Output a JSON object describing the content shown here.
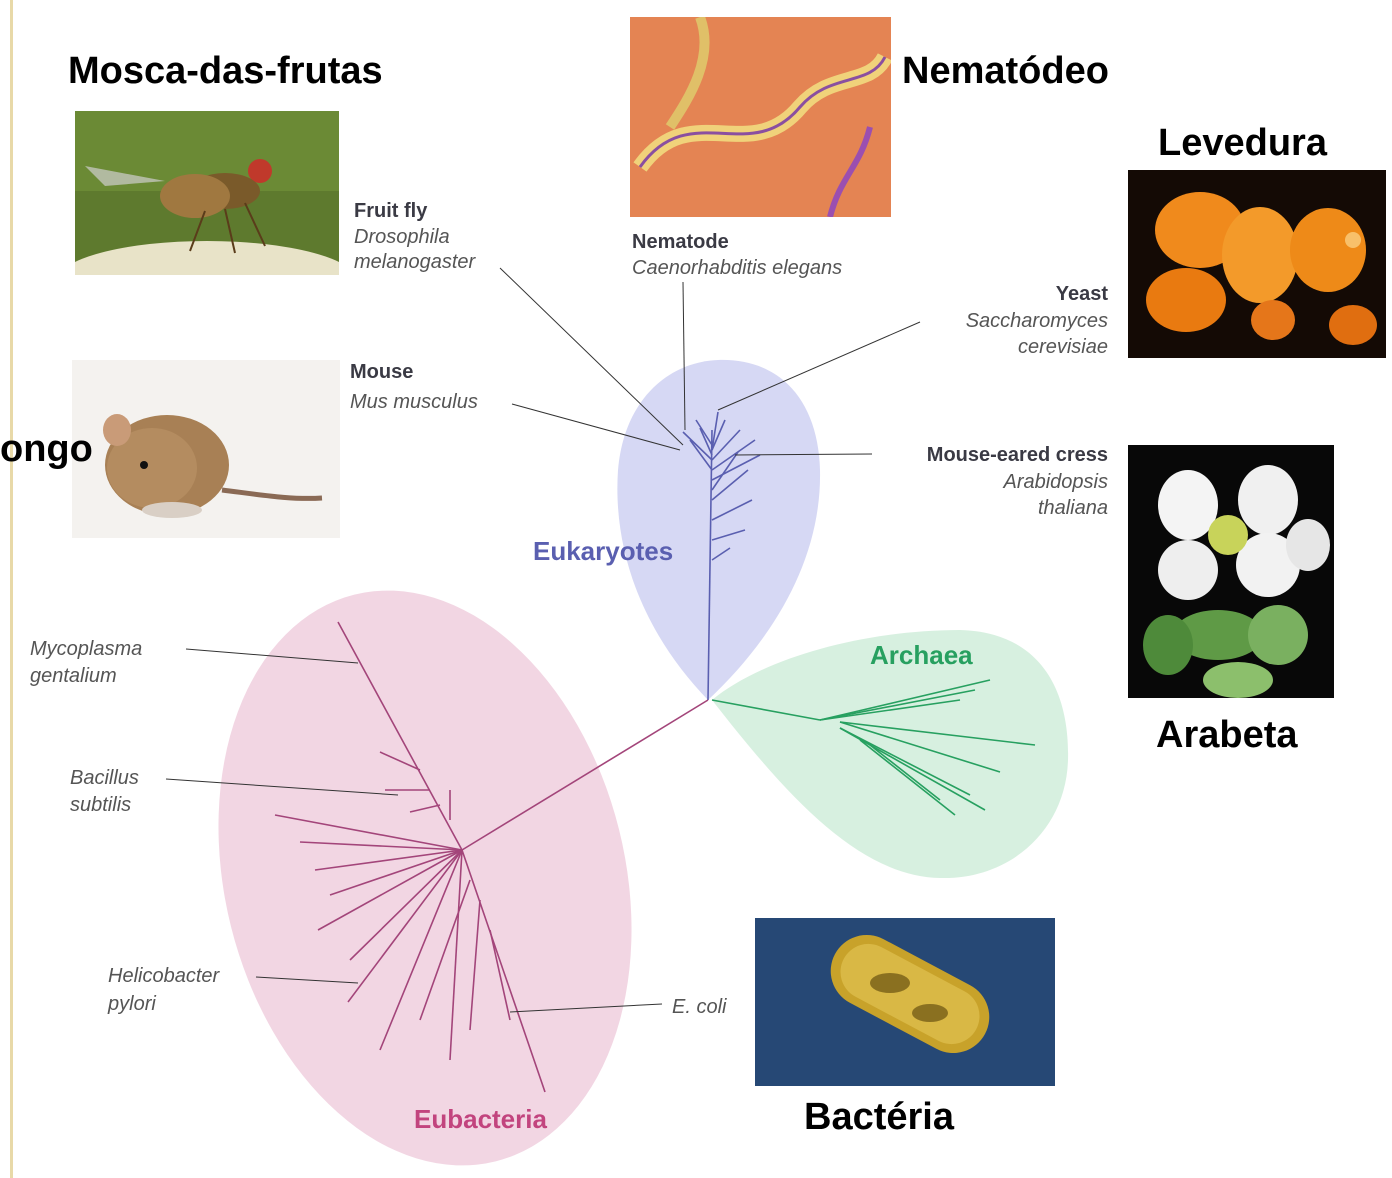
{
  "labels_pt": {
    "fruit_fly": "Mosca-das-frutas",
    "nematode": "Nematódeo",
    "yeast": "Levedura",
    "mouse": "ongo",
    "cress": "Arabeta",
    "bacteria": "Bactéria"
  },
  "domains": {
    "eukaryotes": {
      "label": "Eukaryotes",
      "color": "#5a5fb0",
      "fill": "#cfd1f2"
    },
    "archaea": {
      "label": "Archaea",
      "color": "#27a060",
      "fill": "#d3eedd"
    },
    "eubacteria": {
      "label": "Eubacteria",
      "color": "#c2447e",
      "fill": "#f1d4e1"
    }
  },
  "species": {
    "fruit_fly": {
      "common": "Fruit fly",
      "sci1": "Drosophila",
      "sci2": "melanogaster"
    },
    "nematode": {
      "common": "Nematode",
      "sci1": "Caenorhabditis elegans"
    },
    "yeast": {
      "common": "Yeast",
      "sci1": "Saccharomyces",
      "sci2": "cerevisiae"
    },
    "mouse": {
      "common": "Mouse",
      "sci1": "Mus musculus"
    },
    "cress": {
      "common": "Mouse-eared cress",
      "sci1": "Arabidopsis",
      "sci2": "thaliana"
    },
    "mycoplasma": {
      "sci1": "Mycoplasma",
      "sci2": "gentalium"
    },
    "bacillus": {
      "sci1": "Bacillus",
      "sci2": "subtilis"
    },
    "helicobacter": {
      "sci1": "Helicobacter",
      "sci2": "pylori"
    },
    "ecoli": {
      "sci1": "E. coli"
    }
  },
  "photos": {
    "fruit_fly": "fruit-fly-photo",
    "nematode": "nematode-photo",
    "yeast": "yeast-photo",
    "mouse": "mouse-photo",
    "cress": "arabidopsis-photo",
    "bacteria": "bacterium-photo"
  }
}
